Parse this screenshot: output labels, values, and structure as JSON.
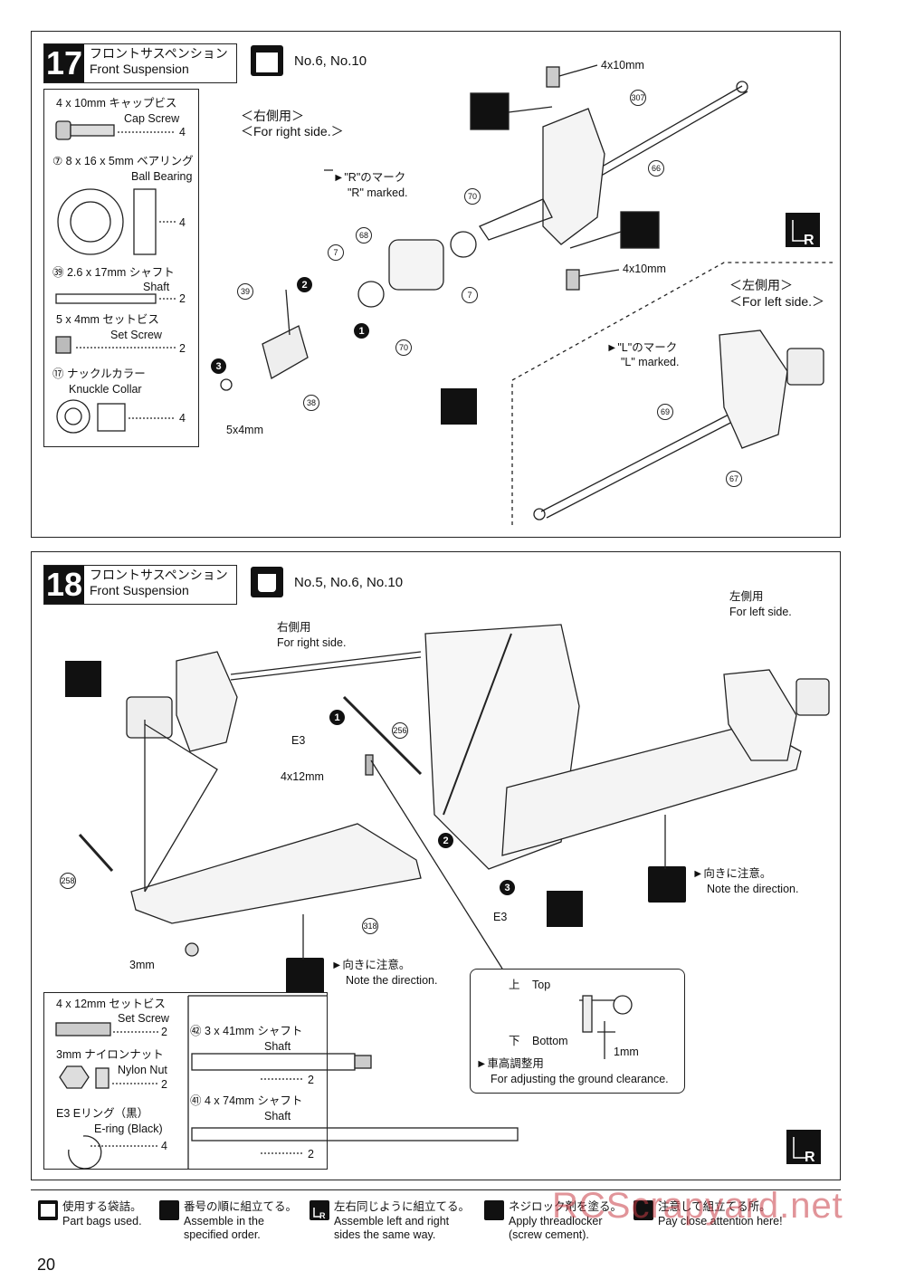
{
  "step17": {
    "number": "17",
    "title_jp": "フロントサスペンション",
    "title_en": "Front Suspension",
    "bags": "No.6, No.10",
    "right_jp": "＜右側用＞",
    "right_en": "＜For right side.＞",
    "left_jp": "＜左側用＞",
    "left_en": "＜For left side.＞",
    "r_mark_jp": "►\"R\"のマーク",
    "r_mark_en": "\"R\" marked.",
    "l_mark_jp": "►\"L\"のマーク",
    "l_mark_en": "\"L\" marked.",
    "screw_top": "4x10mm",
    "screw_bottom": "4x10mm",
    "set_screw_label": "5x4mm",
    "callouts": [
      "307",
      "66",
      "70",
      "68",
      "7",
      "7",
      "39",
      "70",
      "38",
      "69",
      "67"
    ],
    "parts": [
      {
        "name_jp": "4 x 10mm キャップビス",
        "name_en": "Cap Screw",
        "qty": "4"
      },
      {
        "name_jp": "⑦ 8 x 16 x 5mm ベアリング",
        "name_en": "Ball Bearing",
        "qty": "4"
      },
      {
        "name_jp": "㊴ 2.6 x 17mm シャフト",
        "name_en": "Shaft",
        "qty": "2"
      },
      {
        "name_jp": "5 x 4mm セットビス",
        "name_en": "Set Screw",
        "qty": "2"
      },
      {
        "name_jp": "⑰ ナックルカラー",
        "name_en": "Knuckle Collar",
        "qty": "4"
      }
    ]
  },
  "step18": {
    "number": "18",
    "title_jp": "フロントサスペンション",
    "title_en": "Front Suspension",
    "bags": "No.5, No.6, No.10",
    "right_jp": "右側用",
    "right_en": "For right side.",
    "left_jp": "左側用",
    "left_en": "For left side.",
    "e3_a": "E3",
    "e3_b": "E3",
    "screw": "4x12mm",
    "nut": "3mm",
    "direction_jp": "►向きに注意。",
    "direction_en": "Note the direction.",
    "callouts": [
      "256",
      "258",
      "318"
    ],
    "detail": {
      "top_jp": "上",
      "top_en": "Top",
      "bottom_jp": "下",
      "bottom_en": "Bottom",
      "dim": "1mm",
      "adj_jp": "►車高調整用",
      "adj_en": "For adjusting the ground clearance."
    },
    "parts": [
      {
        "name_jp": "4 x 12mm セットビス",
        "name_en": "Set Screw",
        "qty": "2"
      },
      {
        "name_jp": "3mm ナイロンナット",
        "name_en": "Nylon Nut",
        "qty": "2"
      },
      {
        "name_jp": "E3 Eリング（黒）",
        "name_en": "E-ring (Black)",
        "qty": "4"
      },
      {
        "name_jp": "㊷ 3 x 41mm シャフト",
        "name_en": "Shaft",
        "qty": "2"
      },
      {
        "name_jp": "㊶ 4 x 74mm シャフト",
        "name_en": "Shaft",
        "qty": "2"
      }
    ]
  },
  "legend": [
    {
      "jp": "使用する袋詰。",
      "en": "Part bags used."
    },
    {
      "jp": "番号の順に組立てる。",
      "en": "Assemble in the specified order."
    },
    {
      "jp": "左右同じように組立てる。",
      "en": "Assemble left and right sides the same way."
    },
    {
      "jp": "ネジロック剤を塗る。",
      "en": "Apply threadlocker (screw cement)."
    },
    {
      "jp": "注意して組立てる所。",
      "en": "Pay close attention here!"
    }
  ],
  "page_number": "20",
  "watermark": "RCScrapyard.net"
}
